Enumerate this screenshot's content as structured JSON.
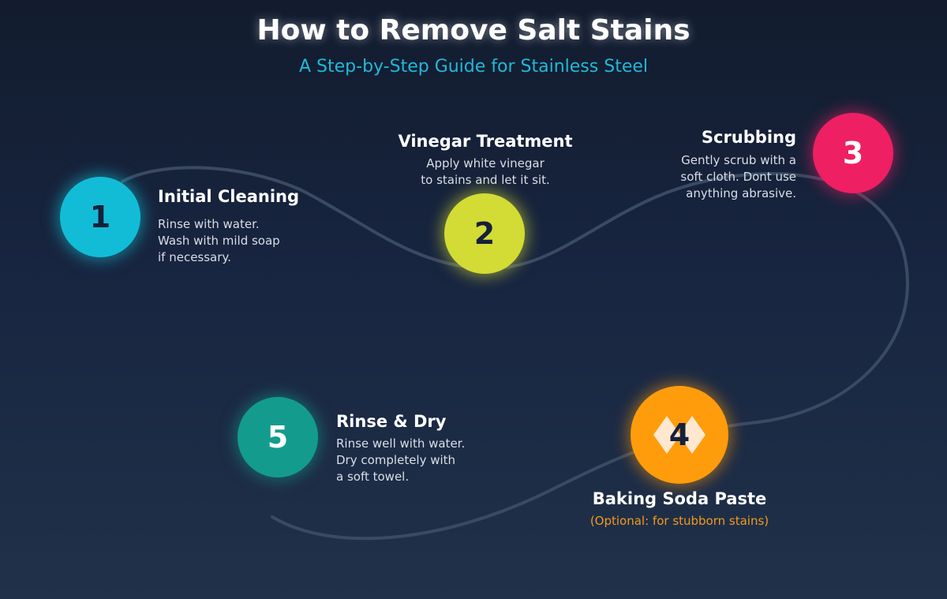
{
  "header": {
    "title": "How to Remove Salt Stains",
    "subtitle": "A Step-by-Step Guide for Stainless Steel"
  },
  "colors": {
    "background_top": "#121c2e",
    "background_bottom": "#203149",
    "path": "#3a4a62",
    "subtitle": "#22b8d8",
    "step1": "#13bcd6",
    "step2": "#d3db35",
    "step3": "#ee1f63",
    "step4": "#ff9c0c",
    "step5": "#139c8e",
    "optional_note": "#f39a1e"
  },
  "steps": [
    {
      "number": "1",
      "title": "Initial Cleaning",
      "description": "Rinse with water.\nWash with mild soap\nif necessary."
    },
    {
      "number": "2",
      "title": "Vinegar Treatment",
      "description": "Apply white vinegar\nto stains and let it sit."
    },
    {
      "number": "3",
      "title": "Scrubbing",
      "description": "Gently scrub with a\nsoft cloth. Dont use\nanything abrasive."
    },
    {
      "number": "4",
      "title": "Baking Soda Paste",
      "note": "(Optional: for stubborn stains)",
      "icon": "diamond-sparkle-icon"
    },
    {
      "number": "5",
      "title": "Rinse & Dry",
      "description": "Rinse well with water.\nDry completely with\na soft towel."
    }
  ]
}
